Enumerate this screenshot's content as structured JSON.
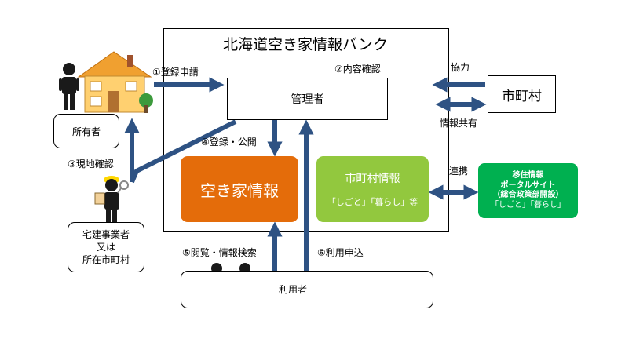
{
  "bank": {
    "title": "北海道空き家情報バンク"
  },
  "manager": {
    "label": "管理者"
  },
  "akiya_info": {
    "label": "空き家情報"
  },
  "city_info": {
    "title": "市町村情報",
    "sub": "「しごと」「暮らし」等"
  },
  "city": {
    "label": "市町村"
  },
  "portal": {
    "line1": "移住情報",
    "line2": "ポータルサイト",
    "line3": "（総合政策部開設）",
    "line4": "「しごと」「暮らし」"
  },
  "owner": {
    "label": "所有者"
  },
  "agent": {
    "line1": "宅建事業者",
    "line2": "又は",
    "line3": "所在市町村"
  },
  "user": {
    "label": "利用者"
  },
  "steps": {
    "s1": "①登録申請",
    "s2": "②内容確認",
    "s3": "③現地確認",
    "s4": "④登録・公開",
    "s5": "⑤閲覧・情報検索",
    "s6": "⑥利用申込"
  },
  "links": {
    "cooperation": "協力",
    "share": "情報共有",
    "link": "連携"
  },
  "colors": {
    "arrow": "#2e5283",
    "akiya": "#e46c0a",
    "city_info": "#92c83e",
    "portal": "#00b050",
    "house_roof": "#f0a030",
    "house_wall": "#ffd070",
    "helmet": "#ffd700"
  }
}
